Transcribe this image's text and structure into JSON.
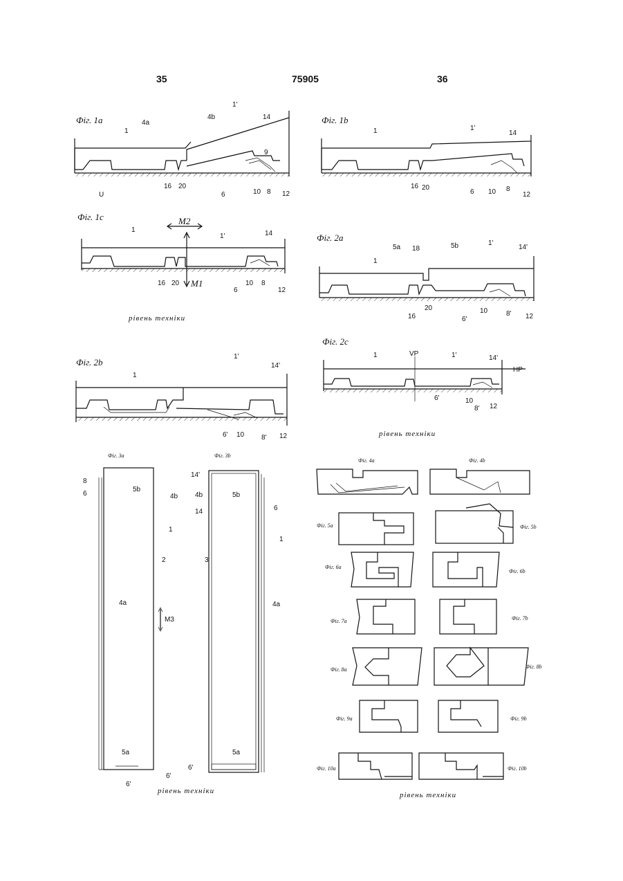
{
  "header": {
    "left_page": "35",
    "patent_number": "75905",
    "right_page": "36"
  },
  "figures": {
    "fig1a": {
      "title": "Фіг. 1а",
      "labels": [
        "1",
        "4a",
        "4b",
        "1'",
        "14",
        "9",
        "16",
        "20",
        "6",
        "10",
        "8",
        "12",
        "U"
      ]
    },
    "fig1b": {
      "title": "Фіг. 1b",
      "labels": [
        "1",
        "1'",
        "14",
        "16",
        "20",
        "6",
        "10",
        "8",
        "12"
      ]
    },
    "fig1c": {
      "title": "Фіг. 1c",
      "labels": [
        "1",
        "1'",
        "14",
        "16",
        "20",
        "6",
        "10",
        "8",
        "12",
        "M2",
        "M1"
      ]
    },
    "fig2a": {
      "title": "Фіг. 2a",
      "labels": [
        "1",
        "5a",
        "18",
        "5b",
        "1'",
        "14'",
        "16",
        "20",
        "6'",
        "10",
        "8'",
        "12"
      ]
    },
    "fig2b": {
      "title": "Фіг. 2b",
      "labels": [
        "1",
        "1'",
        "14'",
        "6'",
        "10",
        "8'",
        "12"
      ]
    },
    "fig2c": {
      "title": "Фіг. 2c",
      "labels": [
        "1",
        "VP",
        "1'",
        "14'",
        "HP",
        "6'",
        "10",
        "8'",
        "12"
      ]
    },
    "fig3a": {
      "title": "Фіг. 3a",
      "labels": [
        "8",
        "6",
        "5b",
        "4b",
        "1",
        "2",
        "4a",
        "M3",
        "5a",
        "6'",
        "6'"
      ]
    },
    "fig3b": {
      "title": "Фіг. 3b",
      "labels": [
        "14'",
        "4b",
        "5b",
        "14",
        "6",
        "3",
        "1",
        "4a",
        "5a",
        "6'"
      ]
    },
    "fig4a": {
      "title": "Фіг. 4a"
    },
    "fig4b": {
      "title": "Фіг. 4b"
    },
    "fig5a": {
      "title": "Фіг. 5a"
    },
    "fig5b": {
      "title": "Фіг. 5b"
    },
    "fig6a": {
      "title": "Фіг. 6a"
    },
    "fig6b": {
      "title": "Фіг. 6b"
    },
    "fig7a": {
      "title": "Фіг. 7a"
    },
    "fig7b": {
      "title": "Фіг. 7b"
    },
    "fig8a": {
      "title": "Фіг. 8a"
    },
    "fig8b": {
      "title": "Фіг. 8b"
    },
    "fig9a": {
      "title": "Фіг. 9a"
    },
    "fig9b": {
      "title": "Фіг. 9b"
    },
    "fig10a": {
      "title": "Фіг. 10a"
    },
    "fig10b": {
      "title": "Фіг. 10b"
    }
  },
  "captions": {
    "prior_art_1": "рівень техніки",
    "prior_art_2": "рівень техніки",
    "prior_art_3": "рівень техніки",
    "prior_art_4": "рівень техніки"
  }
}
